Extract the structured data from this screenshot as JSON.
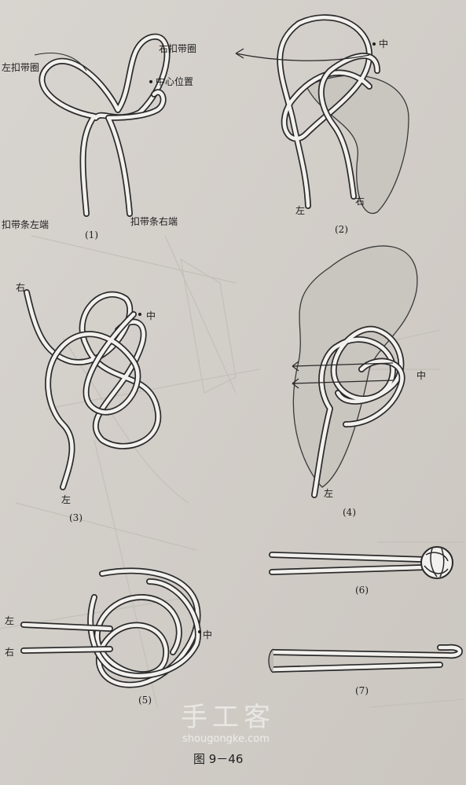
{
  "figure": {
    "caption": "图 9－46",
    "panels": [
      {
        "number": "(1)",
        "labels": {
          "left_loop": "左扣带圈",
          "right_loop": "右扣带圈",
          "center": "中心位置",
          "left_end": "扣带条左端",
          "right_end": "扣带条右端"
        }
      },
      {
        "number": "(2)",
        "labels": {
          "center": "中",
          "left": "左",
          "right": "右"
        }
      },
      {
        "number": "(3)",
        "labels": {
          "right": "右",
          "center": "中",
          "left": "左"
        }
      },
      {
        "number": "(4)",
        "labels": {
          "center": "中",
          "left": "左"
        }
      },
      {
        "number": "(5)",
        "labels": {
          "left": "左",
          "right": "右",
          "center": "中"
        }
      },
      {
        "number": "(6)"
      },
      {
        "number": "(7)"
      }
    ]
  },
  "watermark": {
    "title": "手工客",
    "url": "shougongke.com"
  },
  "colors": {
    "paper": "#d4d0cb",
    "ink": "#2a2a2a",
    "cord_fill": "#f2f1ee",
    "shading": "#c9c5bf"
  }
}
